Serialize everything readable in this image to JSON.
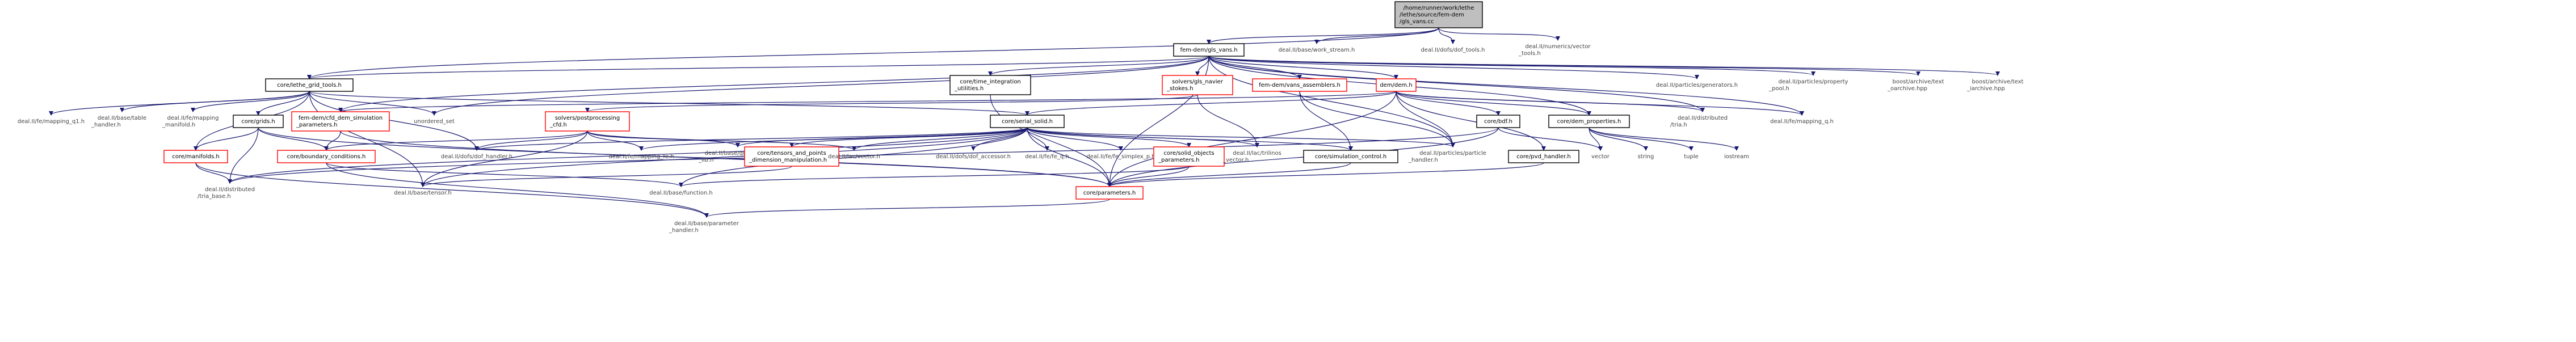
{
  "graph": {
    "colors": {
      "edge": "#191970",
      "root_fill": "#bfbfbf",
      "link_border": "#ff0000",
      "doc_border": "#000000"
    },
    "nodes": [
      {
        "id": "root",
        "lines": [
          "/home/runner/work/lethe",
          "/lethe/source/fem-dem",
          "/gls_vans.cc"
        ],
        "kind": "root"
      },
      {
        "id": "gls_vans_h",
        "lines": [
          "fem-dem/gls_vans.h"
        ],
        "kind": "doc"
      },
      {
        "id": "work_stream",
        "lines": [
          "deal.II/base/work_stream.h"
        ],
        "kind": "plain"
      },
      {
        "id": "dof_tools",
        "lines": [
          "deal.II/dofs/dof_tools.h"
        ],
        "kind": "plain"
      },
      {
        "id": "vector_tools",
        "lines": [
          "deal.II/numerics/vector",
          "_tools.h"
        ],
        "kind": "plain"
      },
      {
        "id": "lethe_grid_tools",
        "lines": [
          "core/lethe_grid_tools.h"
        ],
        "kind": "doc"
      },
      {
        "id": "time_integration",
        "lines": [
          "core/time_integration",
          "_utilities.h"
        ],
        "kind": "doc"
      },
      {
        "id": "gls_navier_stokes",
        "lines": [
          "solvers/gls_navier",
          "_stokes.h"
        ],
        "kind": "link"
      },
      {
        "id": "vans_assemblers",
        "lines": [
          "fem-dem/vans_assemblers.h"
        ],
        "kind": "link"
      },
      {
        "id": "dem_h",
        "lines": [
          "dem/dem.h"
        ],
        "kind": "link"
      },
      {
        "id": "particles_generators",
        "lines": [
          "deal.II/particles/generators.h"
        ],
        "kind": "plain"
      },
      {
        "id": "particles_property_pool",
        "lines": [
          "deal.II/particles/property",
          "_pool.h"
        ],
        "kind": "plain"
      },
      {
        "id": "boost_text_oarchive",
        "lines": [
          "boost/archive/text",
          "_oarchive.hpp"
        ],
        "kind": "plain"
      },
      {
        "id": "boost_text_iarchive",
        "lines": [
          "boost/archive/text",
          "_iarchive.hpp"
        ],
        "kind": "plain"
      },
      {
        "id": "mapping_q1",
        "lines": [
          "deal.II/fe/mapping_q1.h"
        ],
        "kind": "plain"
      },
      {
        "id": "table_handler",
        "lines": [
          "deal.II/base/table",
          "_handler.h"
        ],
        "kind": "plain"
      },
      {
        "id": "mapping_manifold",
        "lines": [
          "deal.II/fe/mapping",
          "_manifold.h"
        ],
        "kind": "plain"
      },
      {
        "id": "grids_h",
        "lines": [
          "core/grids.h"
        ],
        "kind": "doc"
      },
      {
        "id": "cfd_dem_params",
        "lines": [
          "fem-dem/cfd_dem_simulation",
          "_parameters.h"
        ],
        "kind": "link"
      },
      {
        "id": "unordered_set",
        "lines": [
          "unordered_set"
        ],
        "kind": "plain"
      },
      {
        "id": "postprocessing_cfd",
        "lines": [
          "solvers/postprocessing",
          "_cfd.h"
        ],
        "kind": "link"
      },
      {
        "id": "serial_solid",
        "lines": [
          "core/serial_solid.h"
        ],
        "kind": "doc"
      },
      {
        "id": "bdf_h",
        "lines": [
          "core/bdf.h"
        ],
        "kind": "doc"
      },
      {
        "id": "dem_properties",
        "lines": [
          "core/dem_properties.h"
        ],
        "kind": "doc"
      },
      {
        "id": "distributed_tria",
        "lines": [
          "deal.II/distributed",
          "/tria.h"
        ],
        "kind": "plain"
      },
      {
        "id": "mapping_q",
        "lines": [
          "deal.II/fe/mapping_q.h"
        ],
        "kind": "plain"
      },
      {
        "id": "manifolds_h",
        "lines": [
          "core/manifolds.h"
        ],
        "kind": "link"
      },
      {
        "id": "boundary_conditions",
        "lines": [
          "core/boundary_conditions.h"
        ],
        "kind": "link"
      },
      {
        "id": "dof_handler",
        "lines": [
          "deal.II/dofs/dof_handler.h"
        ],
        "kind": "plain"
      },
      {
        "id": "fe_mapping_fe",
        "lines": [
          "deal.II/fe/mapping_fe.h"
        ],
        "kind": "plain"
      },
      {
        "id": "quadrature_lib",
        "lines": [
          "deal.II/base/quadrature",
          "_lib.h"
        ],
        "kind": "plain"
      },
      {
        "id": "tensors_points",
        "lines": [
          "core/tensors_and_points",
          "_dimension_manipulation.h"
        ],
        "kind": "link"
      },
      {
        "id": "lac_vector",
        "lines": [
          "deal.II/lac/vector.h"
        ],
        "kind": "plain"
      },
      {
        "id": "dof_accessor",
        "lines": [
          "deal.II/dofs/dof_accessor.h"
        ],
        "kind": "plain"
      },
      {
        "id": "fe_q",
        "lines": [
          "deal.II/fe/fe_q.h"
        ],
        "kind": "plain"
      },
      {
        "id": "fe_simplex_p",
        "lines": [
          "deal.II/fe/fe_simplex_p.h"
        ],
        "kind": "plain"
      },
      {
        "id": "solid_objects_params",
        "lines": [
          "core/solid_objects",
          "_parameters.h"
        ],
        "kind": "link"
      },
      {
        "id": "trilinos_vector",
        "lines": [
          "deal.II/lac/trilinos",
          "_vector.h"
        ],
        "kind": "plain"
      },
      {
        "id": "simulation_control",
        "lines": [
          "core/simulation_control.h"
        ],
        "kind": "doc"
      },
      {
        "id": "particle_handler",
        "lines": [
          "deal.II/particles/particle",
          "_handler.h"
        ],
        "kind": "plain"
      },
      {
        "id": "pvd_handler",
        "lines": [
          "core/pvd_handler.h"
        ],
        "kind": "doc"
      },
      {
        "id": "vector_std",
        "lines": [
          "vector"
        ],
        "kind": "plain"
      },
      {
        "id": "string_std",
        "lines": [
          "string"
        ],
        "kind": "plain"
      },
      {
        "id": "tuple_std",
        "lines": [
          "tuple"
        ],
        "kind": "plain"
      },
      {
        "id": "iostream_std",
        "lines": [
          "iostream"
        ],
        "kind": "plain"
      },
      {
        "id": "distributed_tria_base",
        "lines": [
          "deal.II/distributed",
          "/tria_base.h"
        ],
        "kind": "plain"
      },
      {
        "id": "tensor_h",
        "lines": [
          "deal.II/base/tensor.h"
        ],
        "kind": "plain"
      },
      {
        "id": "function_h",
        "lines": [
          "deal.II/base/function.h"
        ],
        "kind": "plain"
      },
      {
        "id": "core_parameters",
        "lines": [
          "core/parameters.h"
        ],
        "kind": "link"
      },
      {
        "id": "parameter_handler",
        "lines": [
          "deal.II/base/parameter",
          "_handler.h"
        ],
        "kind": "plain"
      }
    ],
    "edges": [
      [
        "root",
        "gls_vans_h"
      ],
      [
        "root",
        "work_stream"
      ],
      [
        "root",
        "dof_tools"
      ],
      [
        "root",
        "vector_tools"
      ],
      [
        "root",
        "lethe_grid_tools"
      ],
      [
        "gls_vans_h",
        "lethe_grid_tools"
      ],
      [
        "gls_vans_h",
        "time_integration"
      ],
      [
        "gls_vans_h",
        "gls_navier_stokes"
      ],
      [
        "gls_vans_h",
        "vans_assemblers"
      ],
      [
        "gls_vans_h",
        "dem_h"
      ],
      [
        "gls_vans_h",
        "particles_generators"
      ],
      [
        "gls_vans_h",
        "particles_property_pool"
      ],
      [
        "gls_vans_h",
        "boost_text_oarchive"
      ],
      [
        "gls_vans_h",
        "boost_text_iarchive"
      ],
      [
        "gls_vans_h",
        "core_parameters"
      ],
      [
        "gls_vans_h",
        "cfd_dem_params"
      ],
      [
        "gls_vans_h",
        "distributed_tria"
      ],
      [
        "gls_vans_h",
        "mapping_q"
      ],
      [
        "gls_vans_h",
        "particle_handler"
      ],
      [
        "gls_vans_h",
        "dem_properties"
      ],
      [
        "gls_vans_h",
        "unordered_set"
      ],
      [
        "lethe_grid_tools",
        "mapping_q1"
      ],
      [
        "lethe_grid_tools",
        "table_handler"
      ],
      [
        "lethe_grid_tools",
        "mapping_manifold"
      ],
      [
        "lethe_grid_tools",
        "grids_h"
      ],
      [
        "lethe_grid_tools",
        "unordered_set"
      ],
      [
        "lethe_grid_tools",
        "serial_solid"
      ],
      [
        "lethe_grid_tools",
        "manifolds_h"
      ],
      [
        "lethe_grid_tools",
        "dof_handler"
      ],
      [
        "lethe_grid_tools",
        "tensor_h"
      ],
      [
        "time_integration",
        "core_parameters"
      ],
      [
        "gls_navier_stokes",
        "trilinos_vector"
      ],
      [
        "gls_navier_stokes",
        "postprocessing_cfd"
      ],
      [
        "vans_assemblers",
        "simulation_control"
      ],
      [
        "vans_assemblers",
        "particle_handler"
      ],
      [
        "dem_h",
        "serial_solid"
      ],
      [
        "dem_h",
        "bdf_h"
      ],
      [
        "dem_h",
        "dem_properties"
      ],
      [
        "dem_h",
        "distributed_tria"
      ],
      [
        "dem_h",
        "mapping_q"
      ],
      [
        "dem_h",
        "particle_handler"
      ],
      [
        "dem_h",
        "pvd_handler"
      ],
      [
        "dem_h",
        "cfd_dem_params"
      ],
      [
        "dem_h",
        "core_parameters"
      ],
      [
        "grids_h",
        "manifolds_h"
      ],
      [
        "grids_h",
        "boundary_conditions"
      ],
      [
        "grids_h",
        "distributed_tria_base"
      ],
      [
        "grids_h",
        "core_parameters"
      ],
      [
        "cfd_dem_params",
        "boundary_conditions"
      ],
      [
        "cfd_dem_params",
        "core_parameters"
      ],
      [
        "postprocessing_cfd",
        "dof_handler"
      ],
      [
        "postprocessing_cfd",
        "fe_mapping_fe"
      ],
      [
        "postprocessing_cfd",
        "quadrature_lib"
      ],
      [
        "postprocessing_cfd",
        "boundary_conditions"
      ],
      [
        "postprocessing_cfd",
        "lac_vector"
      ],
      [
        "postprocessing_cfd",
        "tensor_h"
      ],
      [
        "serial_solid",
        "dof_handler"
      ],
      [
        "serial_solid",
        "fe_mapping_fe"
      ],
      [
        "serial_solid",
        "quadrature_lib"
      ],
      [
        "serial_solid",
        "tensors_points"
      ],
      [
        "serial_solid",
        "lac_vector"
      ],
      [
        "serial_solid",
        "dof_accessor"
      ],
      [
        "serial_solid",
        "fe_q"
      ],
      [
        "serial_solid",
        "fe_simplex_p"
      ],
      [
        "serial_solid",
        "solid_objects_params"
      ],
      [
        "serial_solid",
        "trilinos_vector"
      ],
      [
        "serial_solid",
        "simulation_control"
      ],
      [
        "serial_solid",
        "particle_handler"
      ],
      [
        "serial_solid",
        "core_parameters"
      ],
      [
        "serial_solid",
        "function_h"
      ],
      [
        "serial_solid",
        "distributed_tria_base"
      ],
      [
        "serial_solid",
        "tensor_h"
      ],
      [
        "bdf_h",
        "vector_std"
      ],
      [
        "bdf_h",
        "core_parameters"
      ],
      [
        "bdf_h",
        "distributed_tria_base"
      ],
      [
        "dem_properties",
        "vector_std"
      ],
      [
        "dem_properties",
        "string_std"
      ],
      [
        "dem_properties",
        "tuple_std"
      ],
      [
        "dem_properties",
        "iostream_std"
      ],
      [
        "manifolds_h",
        "distributed_tria_base"
      ],
      [
        "manifolds_h",
        "parameter_handler"
      ],
      [
        "boundary_conditions",
        "function_h"
      ],
      [
        "boundary_conditions",
        "parameter_handler"
      ],
      [
        "tensors_points",
        "tensor_h"
      ],
      [
        "solid_objects_params",
        "core_parameters"
      ],
      [
        "solid_objects_params",
        "function_h"
      ],
      [
        "simulation_control",
        "core_parameters"
      ],
      [
        "pvd_handler",
        "core_parameters"
      ],
      [
        "core_parameters",
        "parameter_handler"
      ]
    ]
  }
}
